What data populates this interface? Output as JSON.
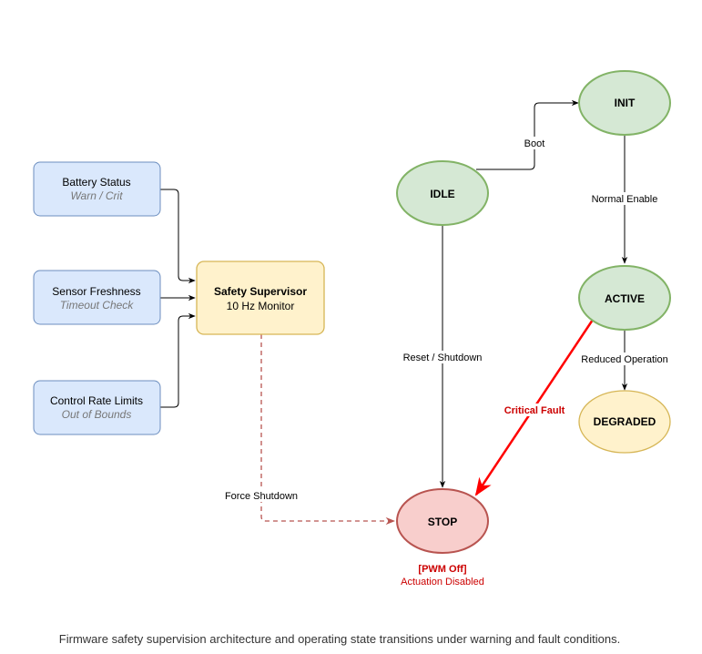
{
  "inputs": [
    {
      "title": "Battery Status",
      "subtitle": "Warn / Crit"
    },
    {
      "title": "Sensor Freshness",
      "subtitle": "Timeout Check"
    },
    {
      "title": "Control Rate Limits",
      "subtitle": "Out of Bounds"
    }
  ],
  "supervisor": {
    "title": "Safety Supervisor",
    "subtitle": "10 Hz Monitor"
  },
  "states": {
    "idle": "IDLE",
    "init": "INIT",
    "active": "ACTIVE",
    "degraded": "DEGRADED",
    "stop": "STOP"
  },
  "transitions": {
    "boot": "Boot",
    "normal_enable": "Normal Enable",
    "reduced_operation": "Reduced Operation",
    "reset_shutdown": "Reset / Shutdown",
    "critical_fault": "Critical Fault",
    "force_shutdown": "Force Shutdown"
  },
  "stop_note": {
    "title": "[PWM Off]",
    "subtitle": "Actuation Disabled"
  },
  "caption": "Firmware safety supervision architecture and operating state transitions under warning and fault conditions.",
  "colors": {
    "input_fill": "#dae8fc",
    "input_stroke": "#6c8ebf",
    "supervisor_fill": "#fff2cc",
    "supervisor_stroke": "#d6b656",
    "state_fill": "#d5e8d4",
    "state_stroke": "#82b366",
    "degraded_fill": "#fff2cc",
    "degraded_stroke": "#d6b656",
    "stop_fill": "#f8cecc",
    "stop_stroke": "#b85450",
    "fault": "#ff0000",
    "stop_text": "#cc0000"
  }
}
